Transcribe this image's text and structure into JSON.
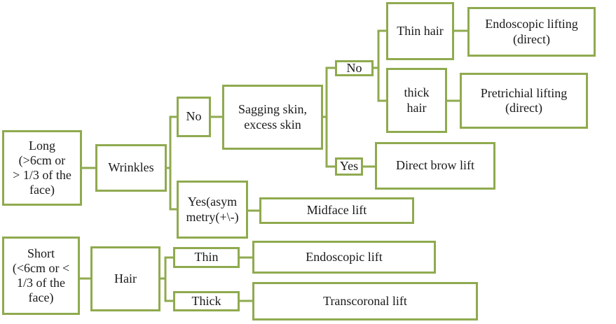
{
  "theme": {
    "border_color": "#8faa4f",
    "text_color": "#1a1a1a"
  },
  "nodes": {
    "long": "Long\n(>6cm or\n> 1/3 of the\nface)",
    "wrinkles": "Wrinkles",
    "no1": "No",
    "yes_asym": "Yes(asym\nmetry(+\\-)",
    "midface": "Midface lift",
    "sagging": "Sagging skin,\nexcess skin",
    "no2": "No",
    "yes2": "Yes",
    "direct_brow": "Direct brow lift",
    "thin_hair": "Thin hair",
    "thick_hair": "thick\nhair",
    "endo_lift_direct": "Endoscopic lifting\n(direct)",
    "pretrichial": "Pretrichial lifting\n(direct)",
    "short": "Short\n(<6cm or <\n1/3 of the\nface)",
    "hair": "Hair",
    "thin": "Thin",
    "thick": "Thick",
    "endo_lift": "Endoscopic lift",
    "transcoronal": "Transcoronal lift"
  }
}
